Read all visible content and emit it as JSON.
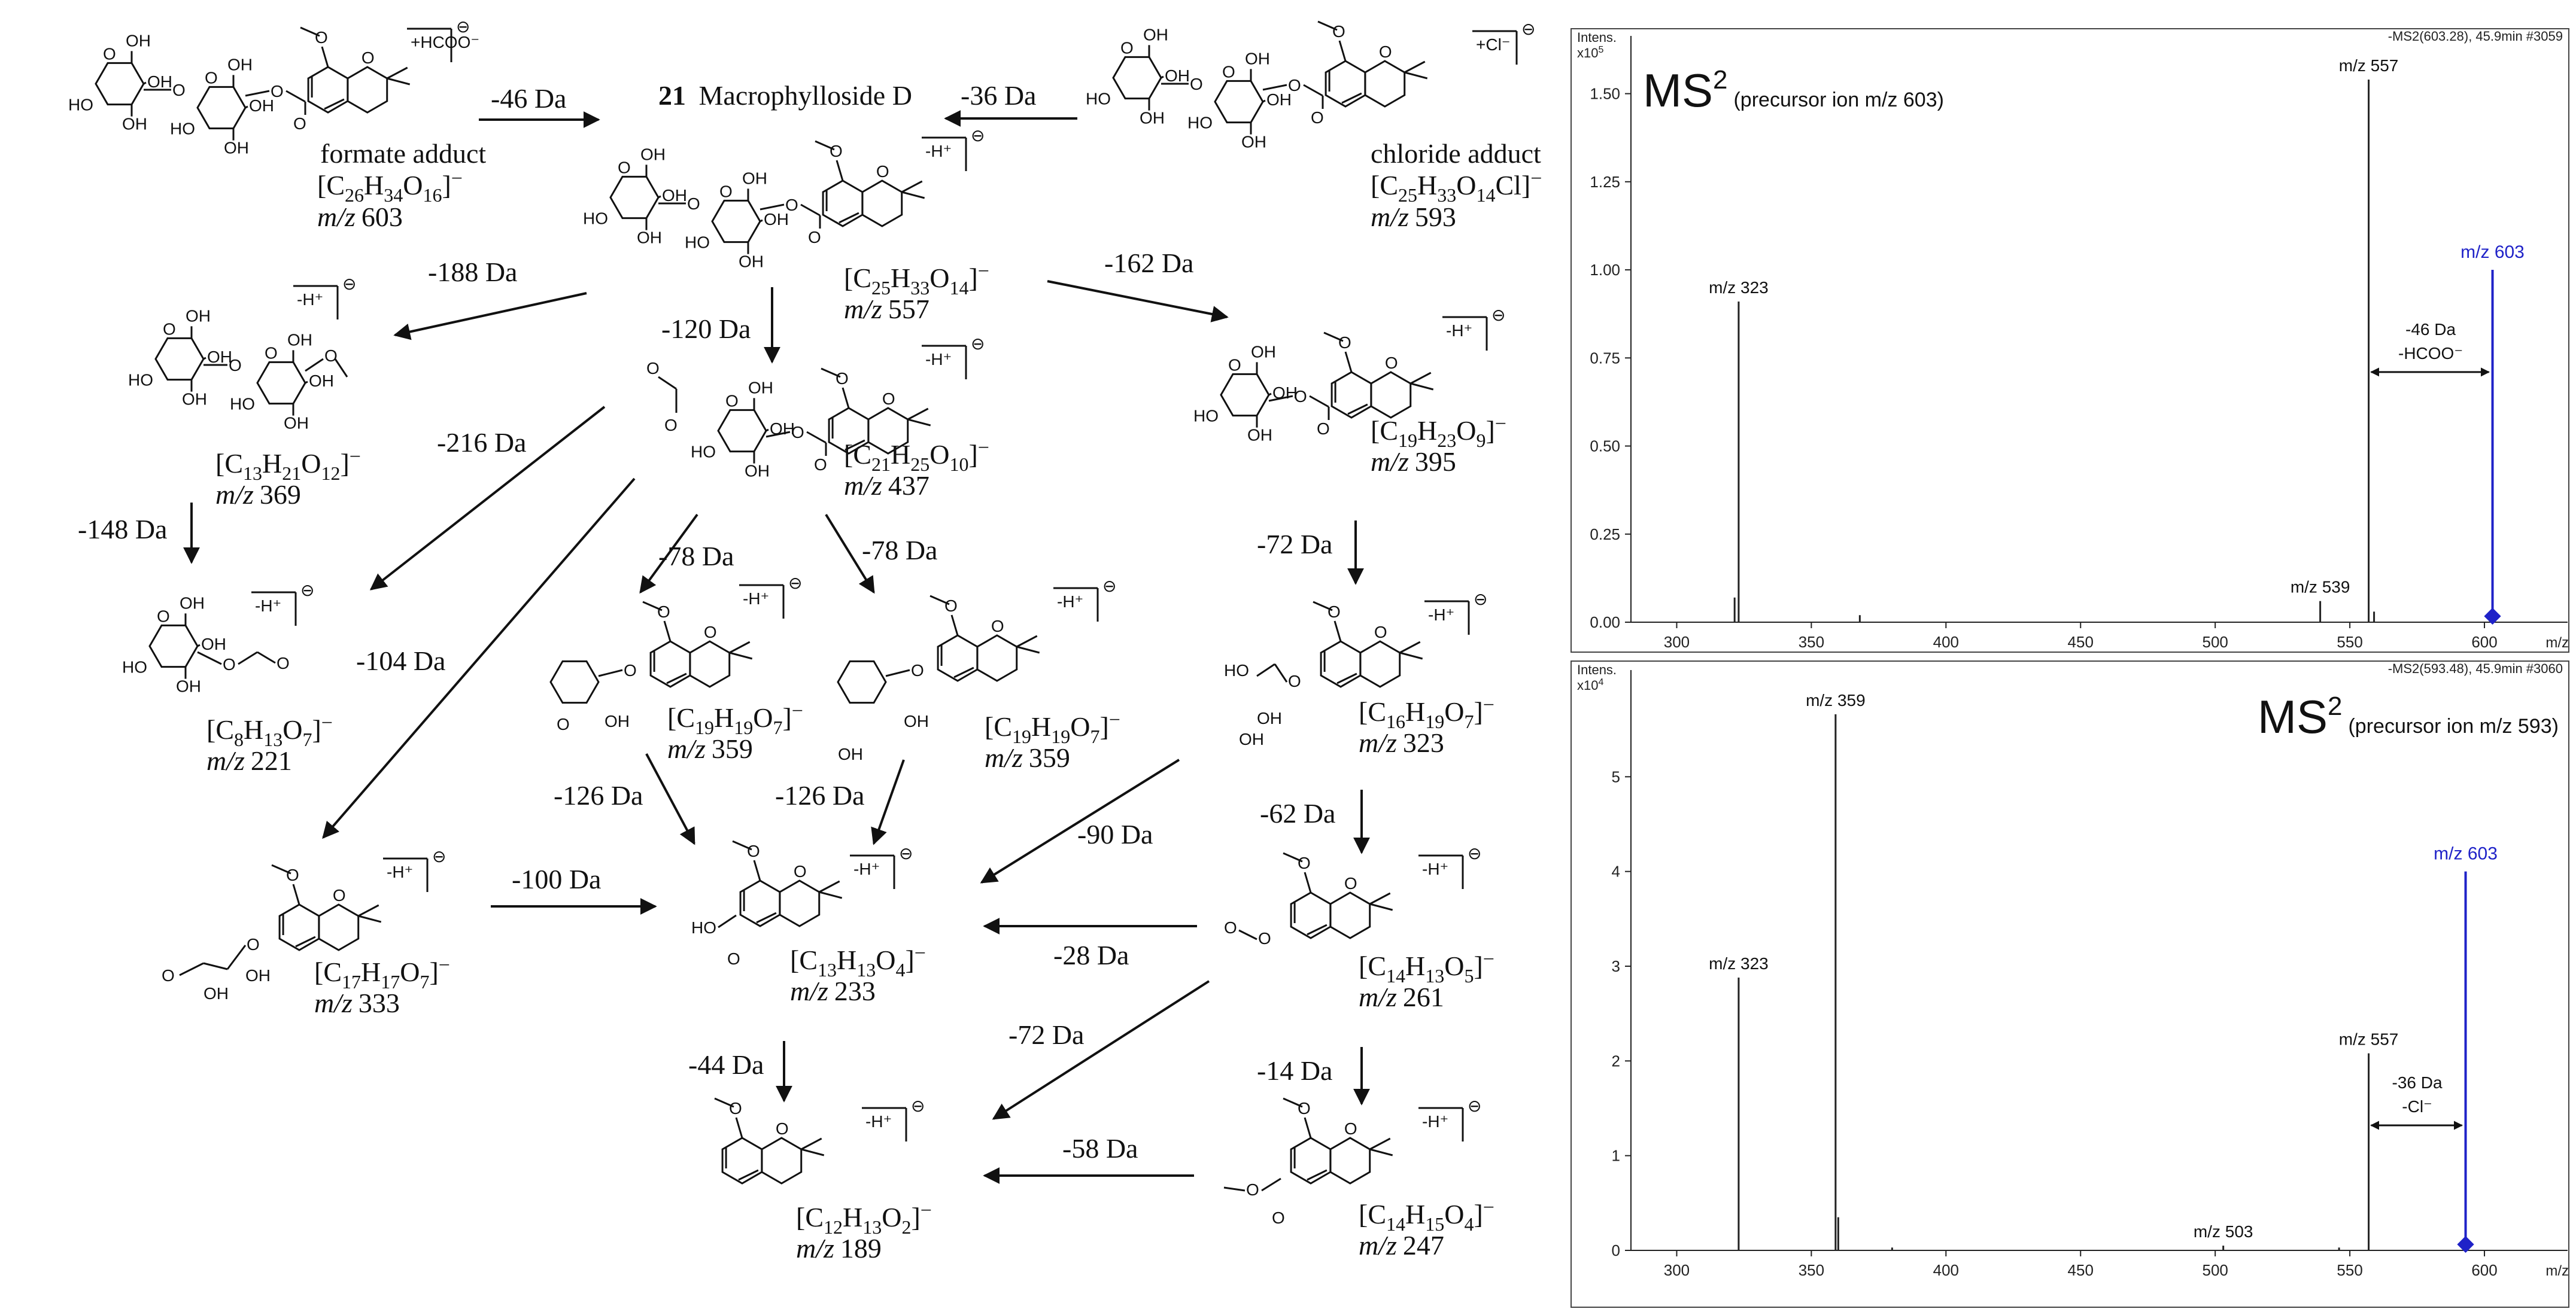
{
  "scheme": {
    "title_number": "21",
    "title_name": "Macrophylloside D",
    "adducts": [
      {
        "id": "formate",
        "label": "formate adduct",
        "formula": "[C26H34O16]−",
        "formula_parts": [
          "[C",
          "26",
          "H",
          "34",
          "O",
          "16",
          "]",
          "−"
        ],
        "mz": "603",
        "charge_tag": "+HCOO⁻",
        "sign": "⊖"
      },
      {
        "id": "chloride",
        "label": "chloride adduct",
        "formula": "[C25H33O14Cl]−",
        "formula_parts": [
          "[C",
          "25",
          "H",
          "33",
          "O",
          "14",
          "Cl]",
          "−"
        ],
        "mz": "593",
        "charge_tag": "+Cl⁻",
        "sign": "⊖"
      }
    ],
    "nodes": [
      {
        "id": "n557",
        "formula": "[C25H33O14]−",
        "parts": [
          "[C",
          "25",
          "H",
          "33",
          "O",
          "14",
          "]",
          "−"
        ],
        "mz": "557",
        "tag": "-H⁺"
      },
      {
        "id": "n369",
        "formula": "[C13H21O12]−",
        "parts": [
          "[C",
          "13",
          "H",
          "21",
          "O",
          "12",
          "]",
          "−"
        ],
        "mz": "369",
        "tag": "-H⁺"
      },
      {
        "id": "n437",
        "formula": "[C21H25O10]−",
        "parts": [
          "[C",
          "21",
          "H",
          "25",
          "O",
          "10",
          "]",
          "−"
        ],
        "mz": "437",
        "tag": "-H⁺"
      },
      {
        "id": "n395",
        "formula": "[C19H23O9]−",
        "parts": [
          "[C",
          "19",
          "H",
          "23",
          "O",
          "9",
          "]",
          "−"
        ],
        "mz": "395",
        "tag": "-H⁺"
      },
      {
        "id": "n221",
        "formula": "[C8H13O7]−",
        "parts": [
          "[C",
          "8",
          "H",
          "13",
          "O",
          "7",
          "]",
          "−"
        ],
        "mz": "221",
        "tag": "-H⁺"
      },
      {
        "id": "n359a",
        "formula": "[C19H19O7]−",
        "parts": [
          "[C",
          "19",
          "H",
          "19",
          "O",
          "7",
          "]",
          "−"
        ],
        "mz": "359",
        "tag": "-H⁺"
      },
      {
        "id": "n359b",
        "formula": "[C19H19O7]−",
        "parts": [
          "[C",
          "19",
          "H",
          "19",
          "O",
          "7",
          "]",
          "−"
        ],
        "mz": "359",
        "tag": "-H⁺"
      },
      {
        "id": "n323",
        "formula": "[C16H19O7]−",
        "parts": [
          "[C",
          "16",
          "H",
          "19",
          "O",
          "7",
          "]",
          "−"
        ],
        "mz": "323",
        "tag": "-H⁺"
      },
      {
        "id": "n333",
        "formula": "[C17H17O7]−",
        "parts": [
          "[C",
          "17",
          "H",
          "17",
          "O",
          "7",
          "]",
          "−"
        ],
        "mz": "333",
        "tag": "-H⁺"
      },
      {
        "id": "n233",
        "formula": "[C13H13O4]−",
        "parts": [
          "[C",
          "13",
          "H",
          "13",
          "O",
          "4",
          "]",
          "−"
        ],
        "mz": "233",
        "tag": "-H⁺"
      },
      {
        "id": "n261",
        "formula": "[C14H13O5]−",
        "parts": [
          "[C",
          "14",
          "H",
          "13",
          "O",
          "5",
          "]",
          "−"
        ],
        "mz": "261",
        "tag": "-H⁺"
      },
      {
        "id": "n189",
        "formula": "[C12H13O2]−",
        "parts": [
          "[C",
          "12",
          "H",
          "13",
          "O",
          "2",
          "]",
          "−"
        ],
        "mz": "189",
        "tag": "-H⁺"
      },
      {
        "id": "n247",
        "formula": "[C14H15O4]−",
        "parts": [
          "[C",
          "14",
          "H",
          "15",
          "O",
          "4",
          "]",
          "−"
        ],
        "mz": "247",
        "tag": "-H⁺"
      }
    ],
    "mz_prefix": "m/z",
    "losses": [
      {
        "id": "l46",
        "text": "-46 Da"
      },
      {
        "id": "l36",
        "text": "-36 Da"
      },
      {
        "id": "l188",
        "text": "-188 Da"
      },
      {
        "id": "l120",
        "text": "-120 Da"
      },
      {
        "id": "l162",
        "text": "-162 Da"
      },
      {
        "id": "l216",
        "text": "-216 Da"
      },
      {
        "id": "l148",
        "text": "-148 Da"
      },
      {
        "id": "l78a",
        "text": "-78 Da"
      },
      {
        "id": "l78b",
        "text": "-78 Da"
      },
      {
        "id": "l72a",
        "text": "-72 Da"
      },
      {
        "id": "l104",
        "text": "-104 Da"
      },
      {
        "id": "l126a",
        "text": "-126 Da"
      },
      {
        "id": "l126b",
        "text": "-126 Da"
      },
      {
        "id": "l90",
        "text": "-90 Da"
      },
      {
        "id": "l62",
        "text": "-62 Da"
      },
      {
        "id": "l100",
        "text": "-100 Da"
      },
      {
        "id": "l28",
        "text": "-28 Da"
      },
      {
        "id": "l72b",
        "text": "-72 Da"
      },
      {
        "id": "l44",
        "text": "-44 Da"
      },
      {
        "id": "l14",
        "text": "-14 Da"
      },
      {
        "id": "l58",
        "text": "-58 Da"
      }
    ],
    "atoms": {
      "OH": "OH",
      "HO": "HO",
      "O": "O",
      "HOs": "HO"
    }
  },
  "chart_data": [
    {
      "type": "bar",
      "title": "MS2",
      "title_sup": "2",
      "title_base": "MS",
      "subtitle": "(precursor ion m/z 603)",
      "header_right": "-MS2(603.28), 45.9min #3059",
      "ylabel": "Intens.",
      "yscale_label": "x10",
      "yscale_exp": "5",
      "xlabel": "m/z",
      "xlim": [
        283,
        622
      ],
      "ylim": [
        0,
        1.63
      ],
      "xticks": [
        300,
        350,
        400,
        450,
        500,
        550,
        600
      ],
      "yticks": [
        0.0,
        0.25,
        0.5,
        0.75,
        1.0,
        1.25,
        1.5
      ],
      "ytick_labels": [
        "0.00",
        "0.25",
        "0.50",
        "0.75",
        "1.00",
        "1.25",
        "1.50"
      ],
      "peaks": [
        {
          "x": 323,
          "y": 0.91,
          "label": "m/z 323"
        },
        {
          "x": 321.5,
          "y": 0.07,
          "label": ""
        },
        {
          "x": 539,
          "y": 0.06,
          "label": "m/z 539"
        },
        {
          "x": 557,
          "y": 1.54,
          "label": "m/z 557"
        },
        {
          "x": 368,
          "y": 0.02,
          "label": ""
        },
        {
          "x": 559,
          "y": 0.03,
          "label": ""
        }
      ],
      "precursor": {
        "x": 603,
        "y": 1.0,
        "label": "m/z 603",
        "color": "#1f22c8"
      },
      "annotation": {
        "from": 557,
        "to": 603,
        "y": 0.71,
        "line1": "-46 Da",
        "line2": "-HCOO⁻"
      }
    },
    {
      "type": "bar",
      "title": "MS2",
      "title_sup": "2",
      "title_base": "MS",
      "subtitle": "(precursor ion m/z 593)",
      "header_right": "-MS2(593.48), 45.9min #3060",
      "ylabel": "Intens.",
      "yscale_label": "x10",
      "yscale_exp": "4",
      "xlabel": "m/z",
      "xlim": [
        283,
        622
      ],
      "ylim": [
        0,
        6.0
      ],
      "xticks": [
        300,
        350,
        400,
        450,
        500,
        550,
        600
      ],
      "yticks": [
        0,
        1,
        2,
        3,
        4,
        5
      ],
      "ytick_labels": [
        "0",
        "1",
        "2",
        "3",
        "4",
        "5"
      ],
      "peaks": [
        {
          "x": 323,
          "y": 2.88,
          "label": "m/z 323"
        },
        {
          "x": 359,
          "y": 5.66,
          "label": "m/z 359"
        },
        {
          "x": 360,
          "y": 0.35,
          "label": ""
        },
        {
          "x": 503,
          "y": 0.05,
          "label": "m/z 503"
        },
        {
          "x": 557,
          "y": 2.08,
          "label": "m/z 557"
        },
        {
          "x": 380,
          "y": 0.03,
          "label": ""
        },
        {
          "x": 546,
          "y": 0.03,
          "label": ""
        }
      ],
      "precursor": {
        "x": 593,
        "y": 4.0,
        "label": "m/z 603",
        "color": "#1f22c8"
      },
      "annotation": {
        "from": 557,
        "to": 593,
        "y": 1.32,
        "line1": "-36 Da",
        "line2": "-Cl⁻"
      }
    }
  ]
}
